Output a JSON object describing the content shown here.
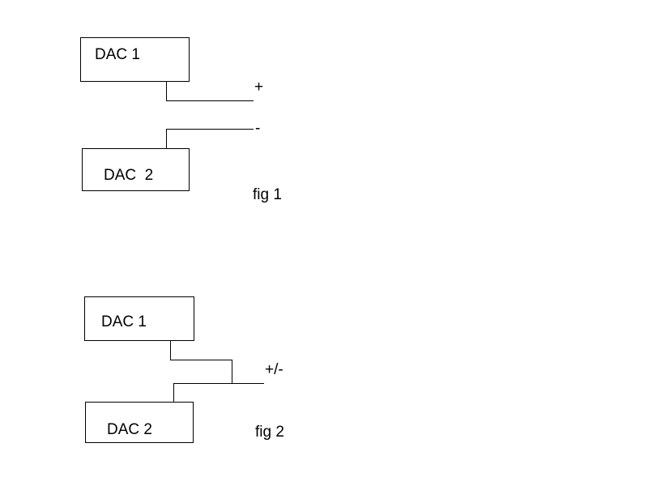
{
  "fig1": {
    "dac1_label": "DAC 1",
    "dac2_label": "DAC  2",
    "plus_label": "+",
    "minus_label": "-",
    "caption": "fig 1"
  },
  "fig2": {
    "dac1_label": "DAC 1",
    "dac2_label": "DAC 2",
    "output_label": "+/-",
    "caption": "fig 2"
  }
}
